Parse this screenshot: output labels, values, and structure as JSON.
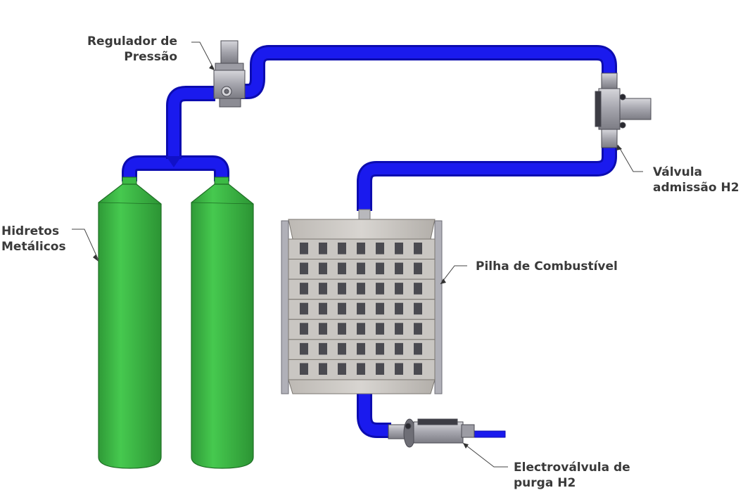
{
  "labels": {
    "regulator": [
      "Regulador de",
      "Pressão"
    ],
    "hydrides": [
      "Hidretos",
      "Metálicos"
    ],
    "valve": [
      "Válvula",
      "admissão H2"
    ],
    "stack": "Pilha de Combustível",
    "purge": [
      "Electroválvula de",
      "purga H2"
    ]
  },
  "colors": {
    "pipe": "#1a1aee",
    "pipe_dark": "#0c0cb0",
    "cylinder": "#3cba45",
    "cylinder_dark": "#2f9a37",
    "metal": "#a8a8b0",
    "metal_light": "#cfcfd4",
    "metal_dark": "#6e6e76",
    "stack_plate": "#c9c6c2",
    "stack_hole": "#4a4a50"
  }
}
